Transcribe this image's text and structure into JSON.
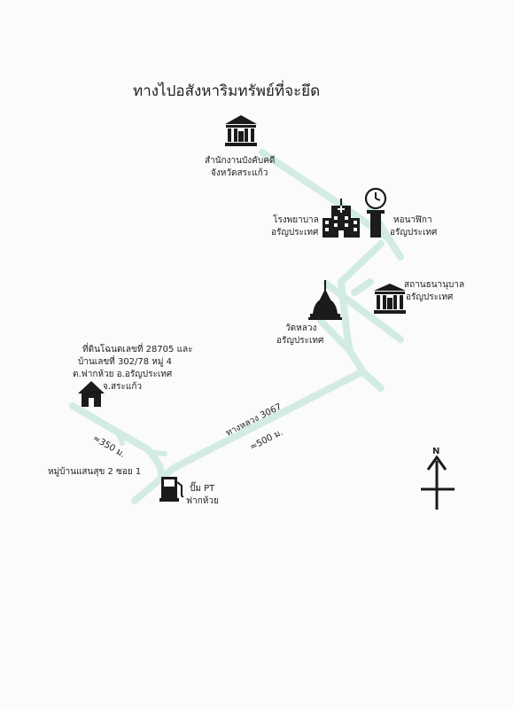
{
  "title": "ทางไปอสังหาริมทรัพย์ที่จะยึด",
  "places": {
    "court": {
      "line1": "สำนักงานบังคับคดี",
      "line2": "จังหวัดสระแก้ว",
      "icon": "government-building-icon"
    },
    "hospital": {
      "line1": "โรงพยาบาล",
      "line2": "อรัญประเทศ",
      "icon": "hospital-icon"
    },
    "clock_tower": {
      "line1": "หอนาฬิกา",
      "line2": "อรัญประเทศ",
      "icon": "clock-tower-icon"
    },
    "bank": {
      "line1": "สถานธนานุบาล",
      "line2": "อรัญประเทศ",
      "icon": "bank-icon"
    },
    "temple": {
      "line1": "วัดหลวง",
      "line2": "อรัญประเทศ",
      "icon": "temple-icon"
    },
    "property": {
      "line1": "ที่ดินโฉนดเลขที่ 28705 และ",
      "line2": "บ้านเลขที่ 302/78 หมู่ 4",
      "line3": "ต.ฟากห้วย อ.อรัญประเทศ",
      "line4": "จ.สระแก้ว",
      "icon": "house-icon"
    },
    "gas_station": {
      "line1": "ปั๊ม PT",
      "line2": "ฟากห้วย",
      "icon": "gas-pump-icon"
    },
    "village": {
      "line1": "หมู่บ้านแสนสุข 2 ซอย 1"
    }
  },
  "roads": {
    "highway_name": "ทางหลวง 3067",
    "highway_distance": "≈500 ม.",
    "village_distance": "≈350 ม."
  },
  "compass": {
    "label": "N",
    "icon": "north-arrow-icon"
  },
  "colors": {
    "road": "#d3ece3",
    "ink": "#1b1b1b",
    "background": "#fbfbfd"
  }
}
